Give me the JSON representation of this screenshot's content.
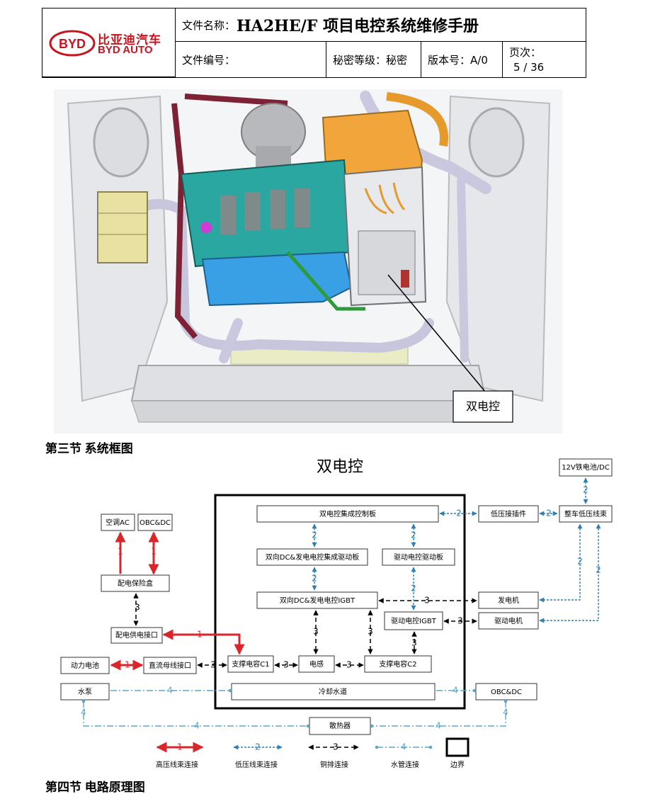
{
  "header": {
    "brand_cn": "比亚迪汽车",
    "brand_en": "BYD AUTO",
    "logo_text": "BYD",
    "file_name_label": "文件名称：",
    "file_name_value": "HA2HE/F 项目电控系统维修手册",
    "file_no_label": "文件编号：",
    "secrecy": "秘密等级：秘密",
    "version": "版本号：A/0",
    "page_label": "页次：",
    "page_value": "5 / 36"
  },
  "photo": {
    "callout": "双电控"
  },
  "section3_title": "第三节  系统框图",
  "section4_title": "第四节  电路原理图",
  "diagram": {
    "title": "双电控",
    "boxes": {
      "integrated_board": "双电控集成控制板",
      "bidir_driver_board": "双向DC&发电电控集成驱动板",
      "drive_driver_board": "驱动电控驱动板",
      "bidir_igbt": "双向DC&发电电控IGBT",
      "drive_igbt": "驱动电控IGBT",
      "cap_c1": "支撑电容C1",
      "inductor": "电感",
      "cap_c2": "支撑电容C2",
      "cooling": "冷却水道",
      "ac": "空调AC",
      "obc_dc_top": "OBC&DC",
      "pdu": "配电保险盒",
      "pdu_port": "配电供电接口",
      "battery": "动力电池",
      "dc_bus": "直流母线接口",
      "pump": "水泵",
      "radiator": "散热器",
      "obc_dc_right": "OBC&DC",
      "lv_plug": "低压接插件",
      "vehicle_harness": "整车低压线束",
      "battery_12v": "12V铁电池/DC",
      "generator": "发电机",
      "drive_motor": "驱动电机"
    },
    "legend": {
      "hv": "高压线束连接",
      "lv": "低压线束连接",
      "copper": "铜排连接",
      "water": "水管连接",
      "boundary": "边界"
    },
    "colors": {
      "hv": "#d9262b",
      "lv": "#2f7fb5",
      "water": "#5aa7c9",
      "copper": "#000000"
    }
  }
}
